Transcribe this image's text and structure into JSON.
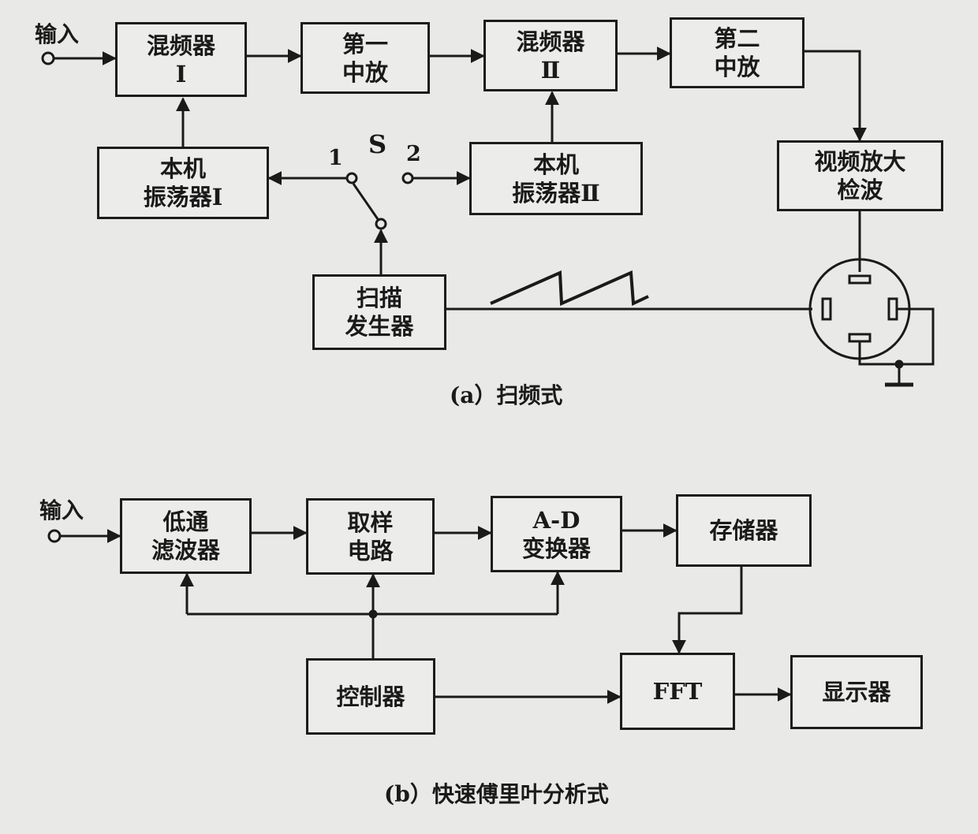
{
  "diagram_a": {
    "caption": "(a）扫频式",
    "input_label": "输入",
    "mixer1": {
      "line1": "混频器",
      "line2": "Ⅰ"
    },
    "if1": {
      "line1": "第一",
      "line2": "中放"
    },
    "mixer2": {
      "line1": "混频器",
      "line2": "Ⅱ"
    },
    "if2": {
      "line1": "第二",
      "line2": "中放"
    },
    "lo1": {
      "line1": "本机",
      "line2": "振荡器Ⅰ"
    },
    "lo2": {
      "line1": "本机",
      "line2": "振荡器Ⅱ"
    },
    "video_det": {
      "line1": "视频放大",
      "line2": "检波"
    },
    "sweep_gen": {
      "line1": "扫描",
      "line2": "发生器"
    },
    "switch": {
      "label": "S",
      "pos1": "1",
      "pos2": "2"
    }
  },
  "diagram_b": {
    "caption": "(b）快速傅里叶分析式",
    "input_label": "输入",
    "lpf": {
      "line1": "低通",
      "line2": "滤波器"
    },
    "sampler": {
      "line1": "取样",
      "line2": "电路"
    },
    "adc": {
      "line1": "A-D",
      "line2": "变换器"
    },
    "memory": {
      "line1": "存储器"
    },
    "controller": {
      "line1": "控制器"
    },
    "fft": {
      "line1": "FFT"
    },
    "display": {
      "line1": "显示器"
    }
  }
}
